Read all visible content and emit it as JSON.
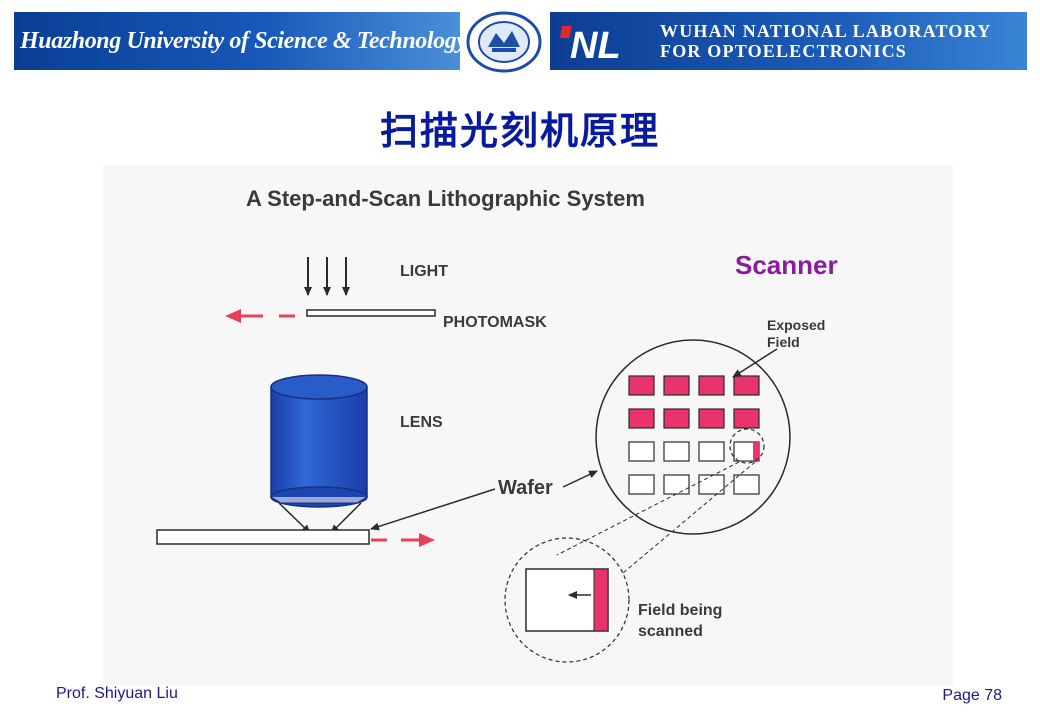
{
  "header": {
    "university_name": "Huazhong University of Science & Technology",
    "lab_logo_text": "NL",
    "lab_name_line1": "WUHAN NATIONAL LABORATORY",
    "lab_name_line2": "FOR OPTOELECTRONICS",
    "accent_color": "#0d3e94"
  },
  "slide": {
    "title": "扫描光刻机原理"
  },
  "figure": {
    "title": "A Step-and-Scan Lithographic System",
    "scanner_label": "Scanner",
    "light_label": "LIGHT",
    "photomask_label": "PHOTOMASK",
    "lens_label": "LENS",
    "wafer_label": "Wafer",
    "exposed_label_line1": "Exposed",
    "exposed_label_line2": "Field",
    "scanning_label_line1": "Field being",
    "scanning_label_line2": "scanned",
    "exposed_color": "#e8346b",
    "lens_color": "#2453c4",
    "scanner_color": "#8a1b9c",
    "arrow_color": "#e8405a",
    "grid": {
      "rows": [
        [
          "exposed",
          "exposed",
          "exposed",
          "exposed"
        ],
        [
          "exposed",
          "exposed",
          "exposed",
          "exposed"
        ],
        [
          "empty",
          "empty",
          "empty",
          "scanning"
        ],
        [
          "empty",
          "empty",
          "empty",
          "empty"
        ]
      ]
    }
  },
  "footer": {
    "author": "Prof. Shiyuan  Liu",
    "page": "Page 78"
  }
}
